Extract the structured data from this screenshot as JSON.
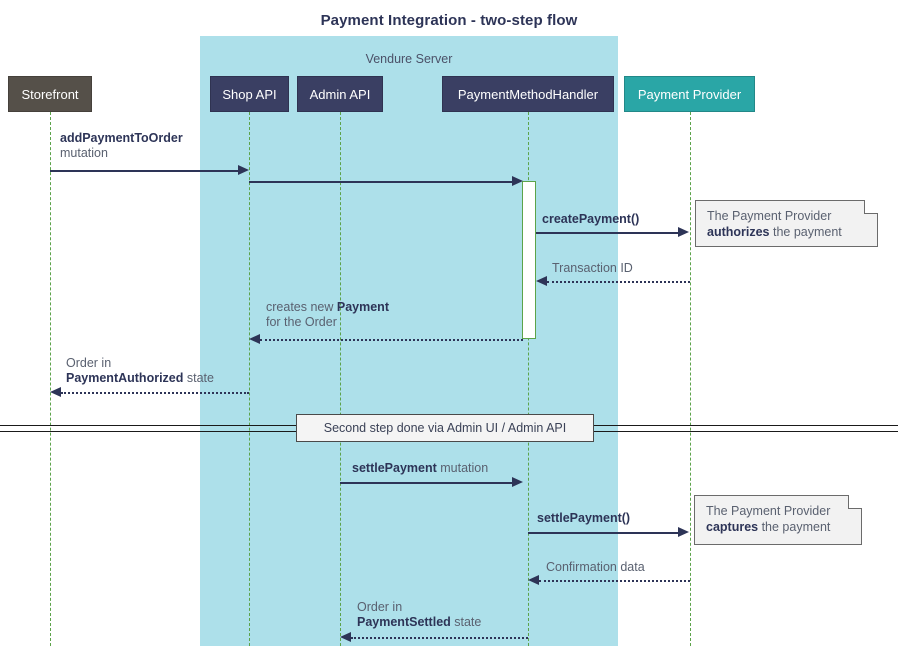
{
  "diagram": {
    "title": "Payment Integration - two-step flow",
    "type": "sequence-diagram",
    "group": {
      "label": "Vendure Server"
    },
    "colors": {
      "group_background": "#ade0ea",
      "participant_dark": "#3a3f63",
      "participant_grey": "#555049",
      "participant_teal": "#2aa6a6",
      "arrow": "#2d3457",
      "lifeline": "#5ca34a",
      "note_background": "#f2f2f2"
    },
    "participants": [
      {
        "name": "storefront",
        "label": "Storefront",
        "style": "grey"
      },
      {
        "name": "shop-api",
        "label": "Shop API",
        "style": "dark"
      },
      {
        "name": "admin-api",
        "label": "Admin API",
        "style": "dark"
      },
      {
        "name": "payment-method-handler",
        "label": "PaymentMethodHandler",
        "style": "dark"
      },
      {
        "name": "payment-provider",
        "label": "Payment Provider",
        "style": "teal"
      }
    ],
    "messages": [
      {
        "id": "m1",
        "bold": "addPaymentToOrder",
        "rest": "mutation",
        "from": "storefront",
        "to": "shop-api",
        "style": "solid",
        "dir": "right",
        "multiline": true
      },
      {
        "id": "m2",
        "bold": "",
        "rest": "",
        "from": "shop-api",
        "to": "payment-method-handler",
        "style": "solid",
        "dir": "right"
      },
      {
        "id": "m3",
        "bold": "createPayment()",
        "rest": "",
        "from": "payment-method-handler",
        "to": "payment-provider",
        "style": "solid",
        "dir": "right"
      },
      {
        "id": "m4",
        "bold": "",
        "rest": "Transaction ID",
        "from": "payment-provider",
        "to": "payment-method-handler",
        "style": "dotted",
        "dir": "left"
      },
      {
        "id": "m5",
        "pre": "creates new ",
        "bold": "Payment",
        "rest": "for the Order",
        "from": "payment-method-handler",
        "to": "shop-api",
        "style": "dotted",
        "dir": "left",
        "multiline": true
      },
      {
        "id": "m6",
        "pre": "Order in ",
        "bold": "PaymentAuthorized",
        "rest": "state",
        "from": "shop-api",
        "to": "storefront",
        "style": "dotted",
        "dir": "left",
        "multiline": true
      },
      {
        "id": "m7",
        "bold": "settlePayment",
        "rest": "mutation",
        "from": "admin-api",
        "to": "payment-method-handler",
        "style": "solid",
        "dir": "right"
      },
      {
        "id": "m8",
        "bold": "settlePayment()",
        "rest": "",
        "from": "payment-method-handler",
        "to": "payment-provider",
        "style": "solid",
        "dir": "right"
      },
      {
        "id": "m9",
        "bold": "",
        "rest": "Confirmation data",
        "from": "payment-provider",
        "to": "payment-method-handler",
        "style": "dotted",
        "dir": "left"
      },
      {
        "id": "m10",
        "pre": "Order in ",
        "bold": "PaymentSettled",
        "rest": "state",
        "from": "payment-method-handler",
        "to": "admin-api",
        "style": "dotted",
        "dir": "left",
        "multiline": true
      }
    ],
    "notes": [
      {
        "name": "note-authorize",
        "line1": "The Payment Provider",
        "bold": "authorizes",
        "line2_rest": " the payment"
      },
      {
        "name": "note-capture",
        "name2": "",
        "line1": "The Payment Provider",
        "bold": "captures",
        "line2_rest": " the payment"
      }
    ],
    "divider": {
      "label": "Second step done via Admin UI / Admin API"
    },
    "labels": {
      "m1_line1": "addPaymentToOrder",
      "m1_line2": "mutation",
      "m3": "createPayment()",
      "m4": "Transaction ID",
      "m5_line1_pre": "creates new ",
      "m5_line1_bold": "Payment",
      "m5_line2": "for the Order",
      "m6_line1": "Order in",
      "m6_line2_bold": "PaymentAuthorized",
      "m6_line2_rest": " state",
      "m7_bold": "settlePayment",
      "m7_rest": " mutation",
      "m8": "settlePayment()",
      "m9": "Confirmation data",
      "m10_line1": "Order in",
      "m10_line2_bold": "PaymentSettled",
      "m10_line2_rest": " state"
    }
  }
}
